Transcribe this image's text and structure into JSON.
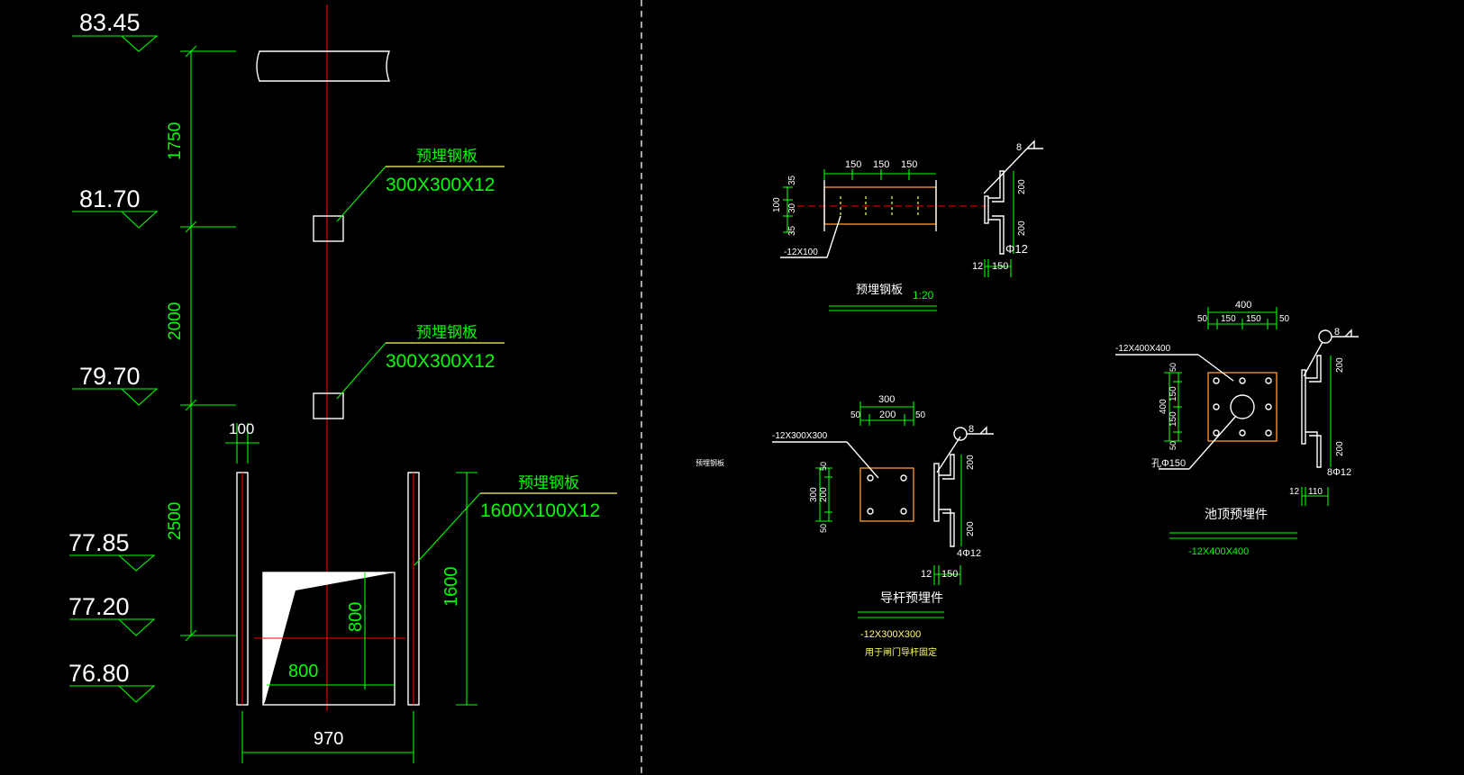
{
  "colors": {
    "background": "#000000",
    "line": "#ffffff",
    "dimension": "#00ff00",
    "centerline": "#ff0000",
    "steel_plate": "#ff9933",
    "leader": "#ffff66"
  },
  "elevation": {
    "levels": [
      "83.45",
      "81.70",
      "79.70",
      "77.85",
      "77.20",
      "76.80"
    ],
    "dims": [
      "1750",
      "2000",
      "2500"
    ],
    "dim_100": "100",
    "plate_label_1": "预埋钢板",
    "plate_size_1": "300X300X12",
    "plate_label_2": "预埋钢板",
    "plate_size_2": "300X300X12",
    "plate_label_3": "预埋钢板",
    "plate_size_3": "1600X100X12",
    "opening_h": "800",
    "opening_w": "800",
    "height_1600": "1600",
    "width_970": "970"
  },
  "detail_a": {
    "dims_top": [
      "150",
      "150",
      "150"
    ],
    "dims_left": [
      "35",
      "30",
      "35"
    ],
    "dim_left_total": "100",
    "plate_spec": "-12X100",
    "dim_200_a": "200",
    "dim_200_b": "200",
    "rebar": "Φ12",
    "dim_12": "12",
    "dim_150": "150",
    "weld": "8",
    "title": "预埋钢板",
    "scale": "1:20"
  },
  "detail_b": {
    "dim_300": "300",
    "dims_top": [
      "50",
      "200",
      "50"
    ],
    "dims_left": [
      "50",
      "200",
      "50"
    ],
    "dim_left_total": "300",
    "plate_spec": "-12X300X300",
    "weld": "8",
    "dim_200_a": "200",
    "dim_200_b": "200",
    "rebar": "4Φ12",
    "dim_12": "12",
    "dim_150": "150",
    "title": "导杆预埋件",
    "note_1": "-12X300X300",
    "note_2": "用于闸门导杆固定"
  },
  "detail_c": {
    "dim_400": "400",
    "dims_top": [
      "50",
      "150",
      "150",
      "50"
    ],
    "dims_left": [
      "50",
      "150",
      "150",
      "50"
    ],
    "dim_left_total": "400",
    "plate_spec": "-12X400X400",
    "hole": "孔Φ150",
    "weld": "8",
    "dim_200_a": "200",
    "dim_200_b": "200",
    "rebar": "8Φ12",
    "dim_12": "12",
    "dim_110": "110",
    "title": "池顶预埋件",
    "note": "-12X400X400"
  },
  "stray_label": "预埋钢板"
}
